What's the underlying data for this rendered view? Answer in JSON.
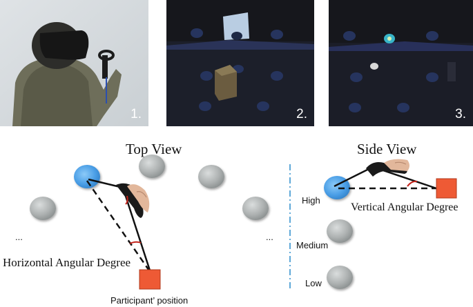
{
  "photos": [
    {
      "label": "1."
    },
    {
      "label": "2."
    },
    {
      "label": "3."
    }
  ],
  "top_view": {
    "title": "Top View",
    "angle_label": "Horizontal Angular Degree",
    "participant_label": "Participant’ position",
    "ellipsis_left": "...",
    "ellipsis_right": "..."
  },
  "side_view": {
    "title": "Side View",
    "angle_label": "Vertical Angular Degree",
    "levels": [
      "High",
      "Medium",
      "Low"
    ]
  },
  "colors": {
    "target_blue": "#3f96e6",
    "sphere_gray": "#a9aeae",
    "participant_orange": "#ee5a35",
    "divider_blue": "#5ea8d8",
    "angle_red": "#c4231a"
  }
}
